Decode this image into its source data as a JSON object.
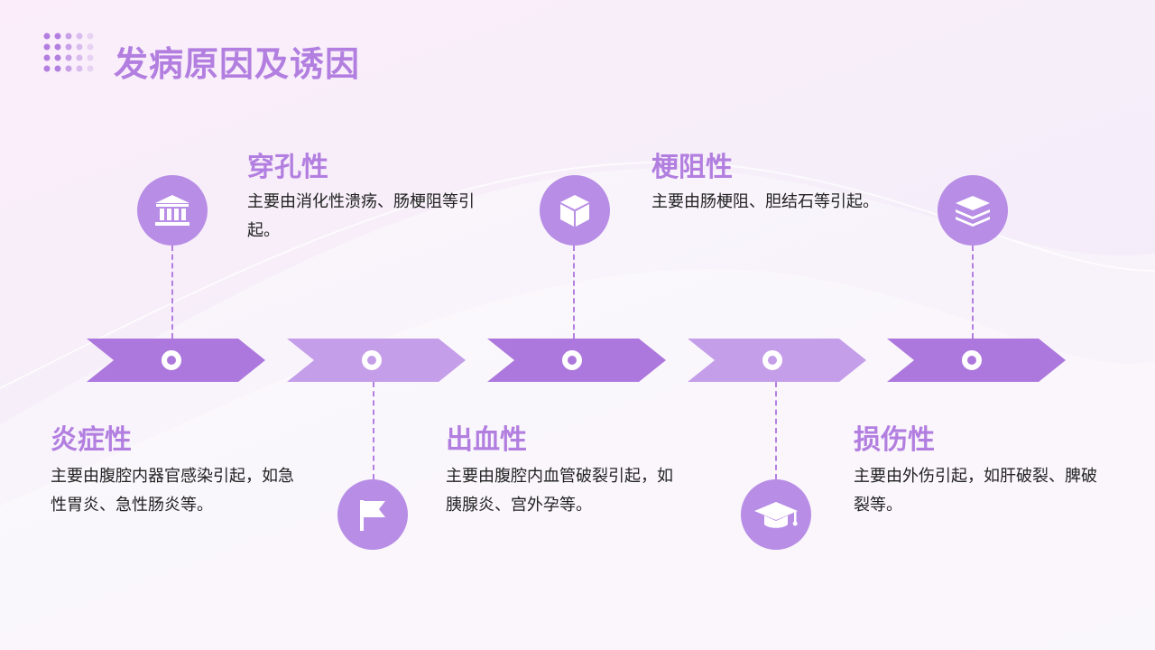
{
  "title": "发病原因及诱因",
  "colors": {
    "accent": "#b27fe0",
    "arrow_dark": "#ad78dd",
    "arrow_light": "#c59eea",
    "circle": "#b88de6",
    "text": "#222222"
  },
  "items": [
    {
      "heading": "炎症性",
      "text": "主要由腹腔内器官感染引起，如急性胃炎、急性肠炎等。",
      "icon": "flag-icon",
      "position": "below"
    },
    {
      "heading": "穿孔性",
      "text": "主要由消化性溃疡、肠梗阻等引起。",
      "icon": "bank-icon",
      "position": "above"
    },
    {
      "heading": "出血性",
      "text": "主要由腹腔内血管破裂引起，如胰腺炎、宫外孕等。",
      "icon": "cube-icon",
      "position": "below"
    },
    {
      "heading": "梗阻性",
      "text": "主要由肠梗阻、胆结石等引起。",
      "icon": "graduation-cap-icon",
      "position": "above"
    },
    {
      "heading": "损伤性",
      "text": "主要由外伤引起，如肝破裂、脾破裂等。",
      "icon": "layers-icon",
      "position": "below"
    }
  ]
}
